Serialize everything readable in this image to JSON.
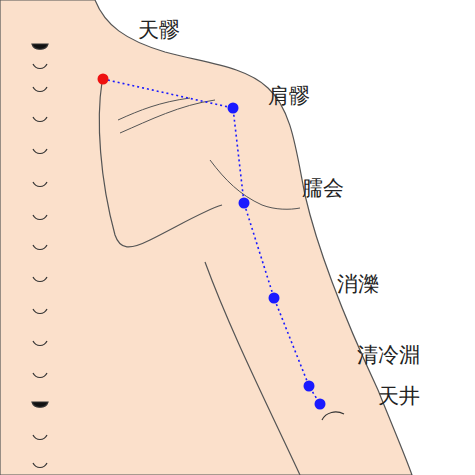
{
  "diagram": {
    "labels": [
      "天髎",
      "肩髎",
      "臑会",
      "消濼",
      "清冷淵",
      "天井"
    ]
  }
}
